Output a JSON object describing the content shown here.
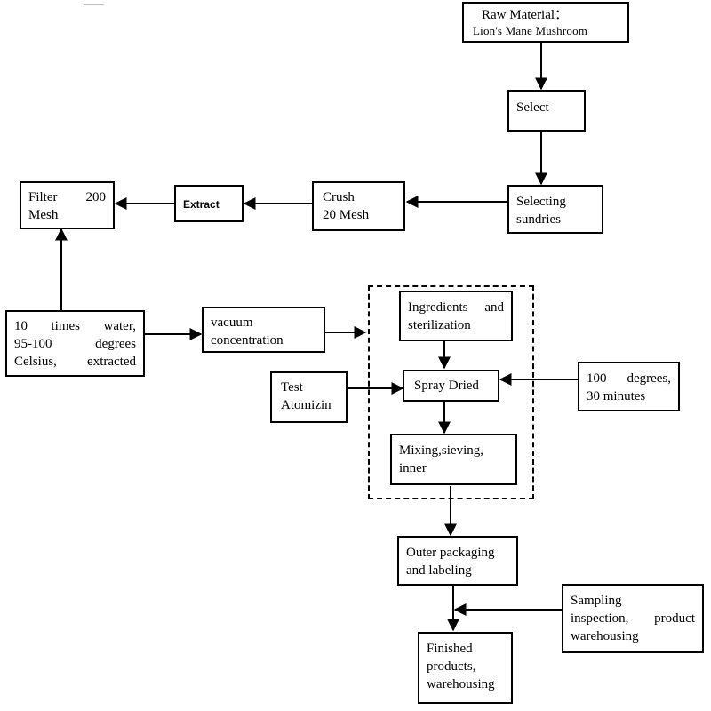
{
  "nodes": {
    "raw_material": {
      "title": "Raw Material：",
      "subtitle": "Lion's Mane Mushroom"
    },
    "select": {
      "label": "Select"
    },
    "selecting_sundries": {
      "line1": "Selecting",
      "line2": "sundries"
    },
    "crush": {
      "line1": "Crush",
      "line2": "20 Mesh"
    },
    "extract": {
      "label": "Extract"
    },
    "filter": {
      "line1": "Filter 200",
      "line2": "Mesh"
    },
    "water_extraction": {
      "line1": "10 times water,",
      "line2": "95-100 degrees",
      "line3": "Celsius, extracted"
    },
    "vacuum_concentration": {
      "line1": "vacuum",
      "line2": "concentration"
    },
    "ingredients_sterilization": {
      "line1": "Ingredients and",
      "line2": "sterilization"
    },
    "spray_dried": {
      "label": "Spray Dried"
    },
    "test_atomizin": {
      "line1": "Test",
      "line2": "Atomizin"
    },
    "temperature_time": {
      "line1": "100 degrees,",
      "line2": "30 minutes"
    },
    "mixing_sieving": {
      "line1": "Mixing,sieving,",
      "line2": "inner"
    },
    "outer_packaging": {
      "line1": "Outer packaging",
      "line2": "and labeling"
    },
    "sampling_inspection": {
      "line1": "Sampling",
      "line2": "inspection, product",
      "line3": "warehousing"
    },
    "finished_products": {
      "line1": "Finished",
      "line2": "products,",
      "line3": "warehousing"
    }
  }
}
